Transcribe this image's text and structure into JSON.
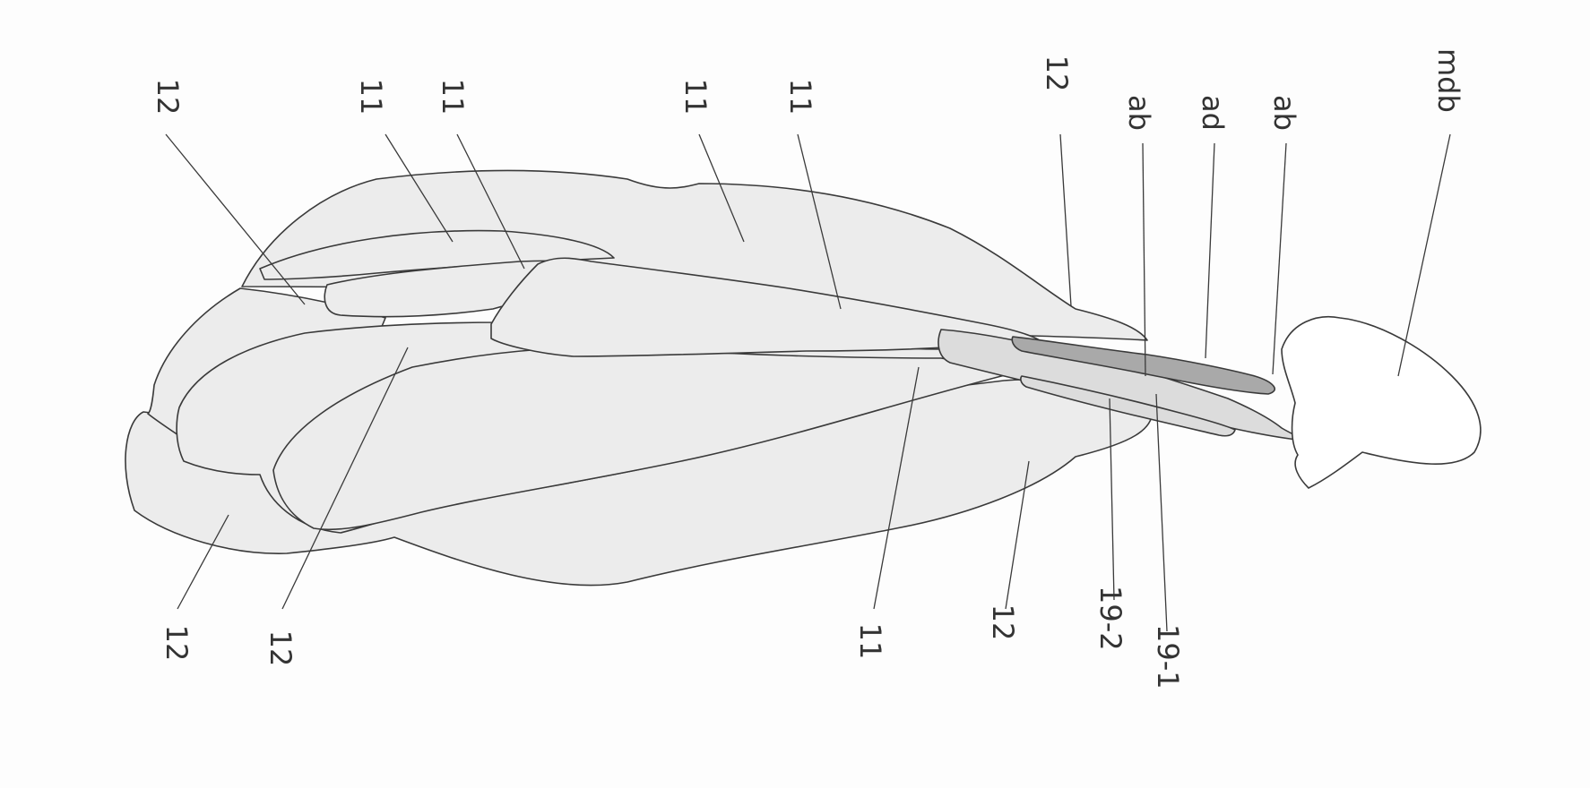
{
  "labels": {
    "top_12_left": "12",
    "top_11_a": "11",
    "top_11_b": "11",
    "top_11_c": "11",
    "top_11_d": "11",
    "top_12_right": "12",
    "top_ab_1": "ab",
    "top_ad": "ad",
    "top_ab_2": "ab",
    "top_mdb": "mdb",
    "bottom_12_a": "12",
    "bottom_12_b": "12",
    "bottom_11": "11",
    "bottom_12_c": "12",
    "bottom_19_2": "19-2",
    "bottom_19_1": "19-1"
  },
  "colors": {
    "muscle_fill": "#ececec",
    "tendon_fill": "#dcdcdc",
    "dark_tendon_fill": "#a9a9a9",
    "outline": "#3a3a3a"
  }
}
